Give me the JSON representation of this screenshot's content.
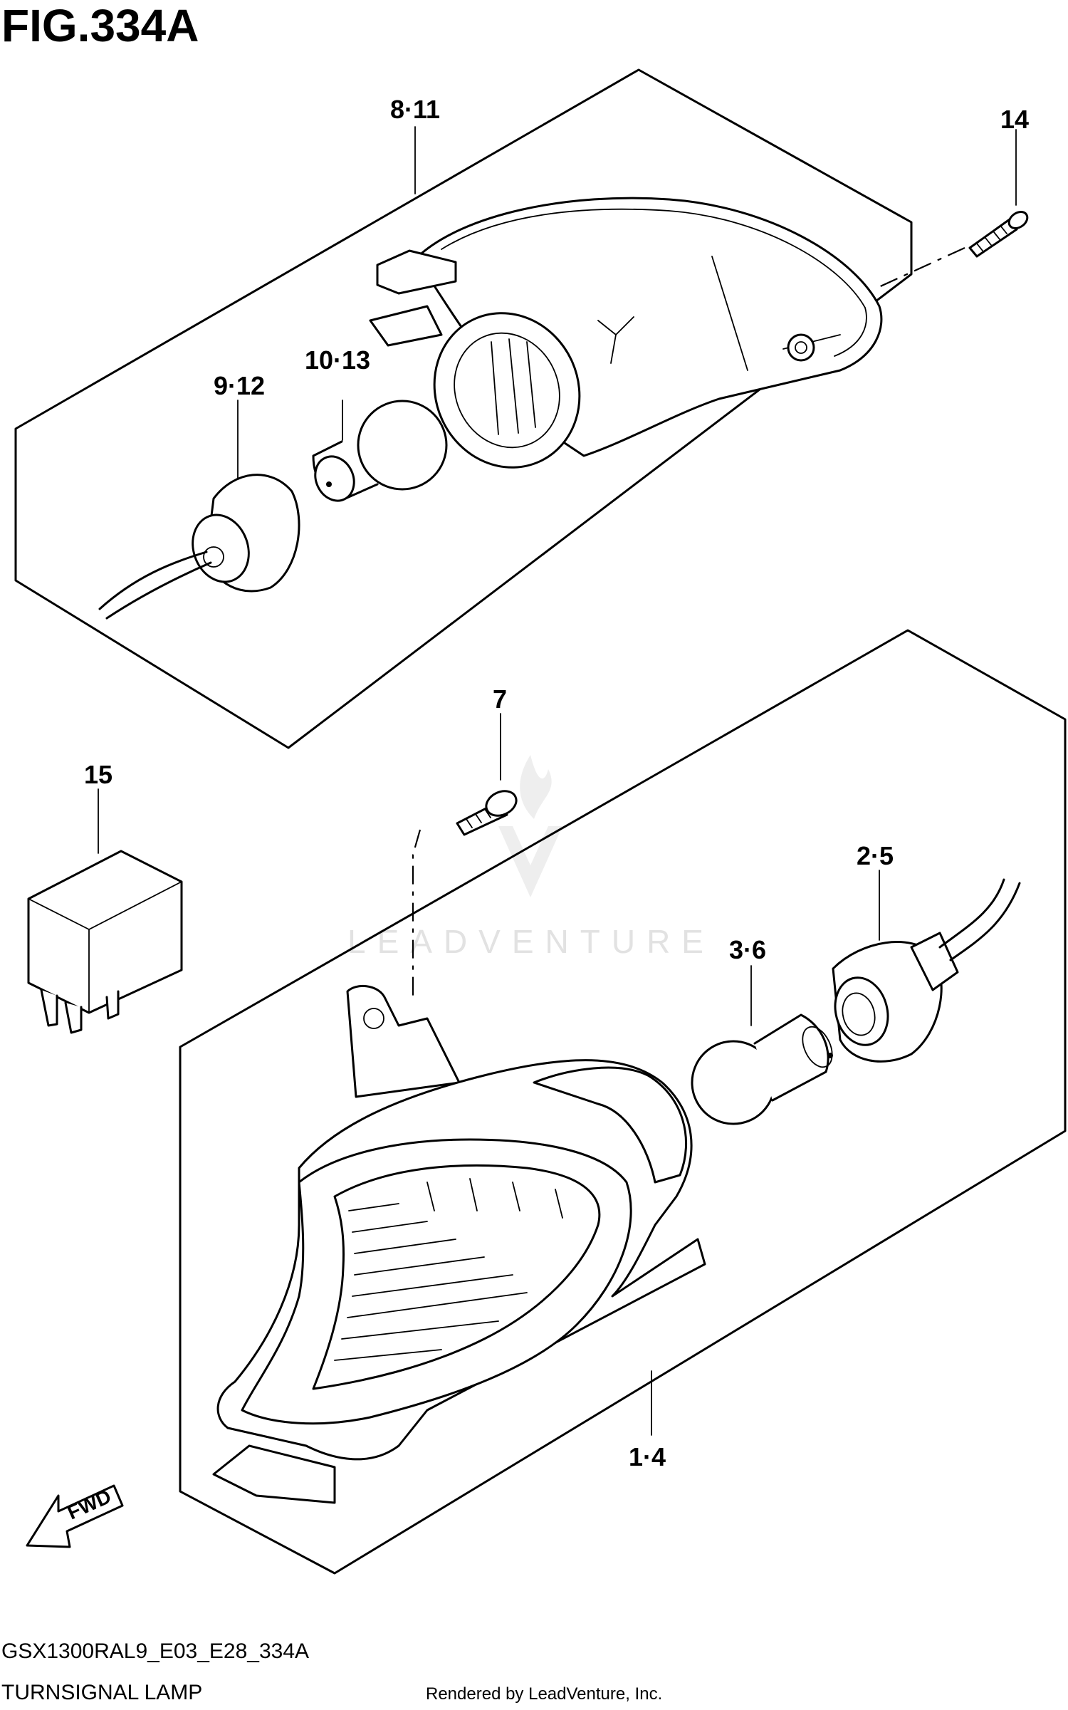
{
  "figure": {
    "title": "FIG.334A",
    "code": "GSX1300RAL9_E03_E28_334A",
    "name": "TURNSIGNAL LAMP",
    "credit": "Rendered by LeadVenture, Inc.",
    "watermark": "LEADVENTURE",
    "fwd_label": "FWD"
  },
  "callouts": {
    "c1": "8·11",
    "c2": "14",
    "c3": "10·13",
    "c4": "9·12",
    "c5": "7",
    "c6": "15",
    "c7": "2·5",
    "c8": "3·6",
    "c9": "1·4"
  },
  "icons": {
    "arrow": "fwd-arrow-icon",
    "watermark": "leadventure-logo-icon"
  }
}
